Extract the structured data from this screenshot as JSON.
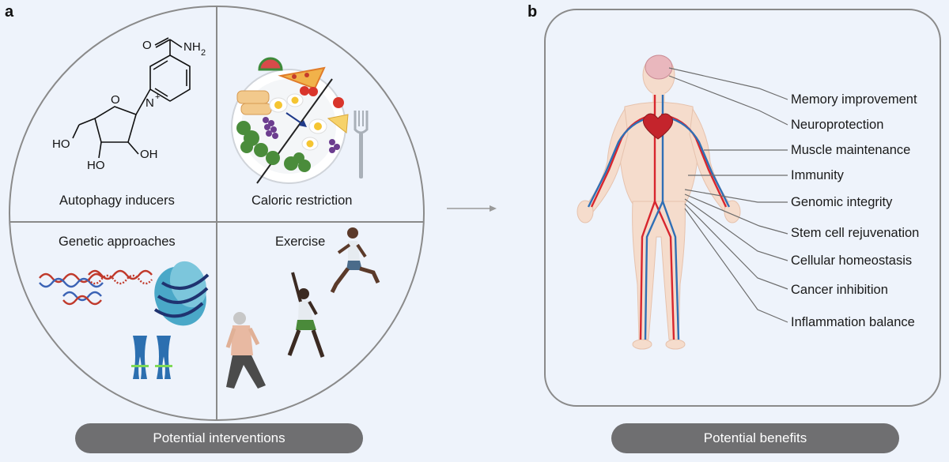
{
  "panels": {
    "a": {
      "letter": "a"
    },
    "b": {
      "letter": "b"
    }
  },
  "interventions": {
    "autophagy": "Autophagy inducers",
    "caloric": "Caloric restriction",
    "genetic": "Genetic approaches",
    "exercise": "Exercise"
  },
  "molecule": {
    "amide_o": "O",
    "amide_nh2": "NH",
    "amide_sub": "2",
    "ring_n": "N",
    "charge": "+",
    "ring_o": "O",
    "ho_left": "HO",
    "ho_bottom": "HO",
    "oh_right": "OH"
  },
  "benefits": [
    "Memory improvement",
    "Neuroprotection",
    "Muscle maintenance",
    "Immunity",
    "Genomic integrity",
    "Stem cell rejuvenation",
    "Cellular homeostasis",
    "Cancer inhibition",
    "Inflammation balance"
  ],
  "pills": {
    "left": "Potential interventions",
    "right": "Potential benefits"
  },
  "colors": {
    "background": "#eef3fb",
    "pill": "#6f6f71",
    "outline": "#8a8a8a",
    "artery": "#d8262e",
    "vein": "#2f6fb5",
    "skin": "#f5dccc"
  }
}
